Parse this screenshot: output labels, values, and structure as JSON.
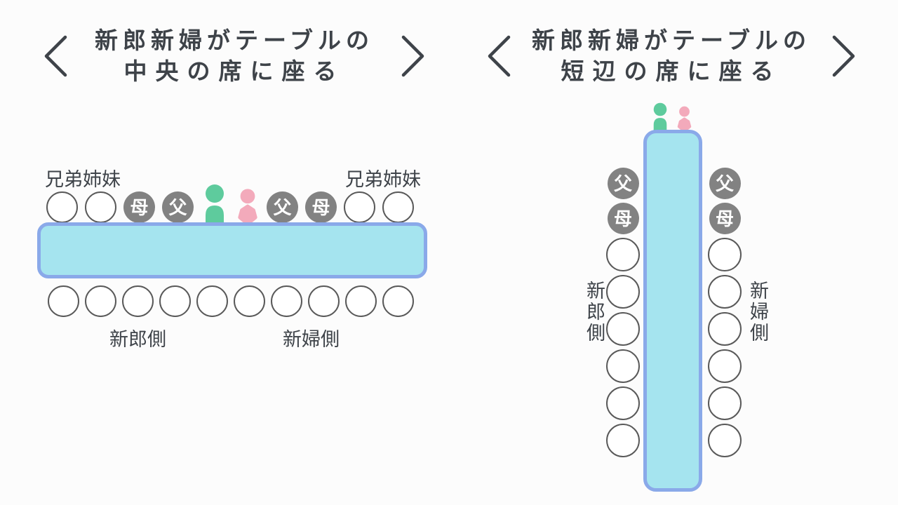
{
  "colors": {
    "background": "#fcfcfc",
    "text": "#3e4349",
    "seat_outline": "#595959",
    "parent_seat_fill": "#828282",
    "parent_seat_text": "#ffffff",
    "table_fill": "#a5e4ef",
    "table_border": "#8aa9e9",
    "groom": "#5ecb9d",
    "bride": "#f3aabb"
  },
  "left_diagram": {
    "title_line1": "新郎新婦がテーブルの",
    "title_line2": "中央の席に座る",
    "sibling_label_left": "兄弟姉妹",
    "sibling_label_right": "兄弟姉妹",
    "groom_side_label": "新郎側",
    "bride_side_label": "新婦側",
    "top_row_seats": [
      {
        "type": "open"
      },
      {
        "type": "open"
      },
      {
        "type": "parent",
        "label": "母"
      },
      {
        "type": "parent",
        "label": "父"
      },
      {
        "type": "groom-icon"
      },
      {
        "type": "bride-icon"
      },
      {
        "type": "parent",
        "label": "父"
      },
      {
        "type": "parent",
        "label": "母"
      },
      {
        "type": "open"
      },
      {
        "type": "open"
      }
    ],
    "bottom_row_seats": [
      {
        "type": "open"
      },
      {
        "type": "open"
      },
      {
        "type": "open"
      },
      {
        "type": "open"
      },
      {
        "type": "open"
      },
      {
        "type": "open"
      },
      {
        "type": "open"
      },
      {
        "type": "open"
      },
      {
        "type": "open"
      },
      {
        "type": "open"
      }
    ]
  },
  "right_diagram": {
    "title_line1": "新郎新婦がテーブルの",
    "title_line2": "短辺の席に座る",
    "groom_side_label": "新郎側",
    "bride_side_label": "新婦側",
    "head_seats": [
      {
        "type": "groom-icon"
      },
      {
        "type": "bride-icon"
      }
    ],
    "left_column_seats": [
      {
        "type": "parent",
        "label": "父"
      },
      {
        "type": "parent",
        "label": "母"
      },
      {
        "type": "open"
      },
      {
        "type": "open"
      },
      {
        "type": "open"
      },
      {
        "type": "open"
      },
      {
        "type": "open"
      },
      {
        "type": "open"
      }
    ],
    "right_column_seats": [
      {
        "type": "parent",
        "label": "父"
      },
      {
        "type": "parent",
        "label": "母"
      },
      {
        "type": "open"
      },
      {
        "type": "open"
      },
      {
        "type": "open"
      },
      {
        "type": "open"
      },
      {
        "type": "open"
      },
      {
        "type": "open"
      }
    ]
  }
}
